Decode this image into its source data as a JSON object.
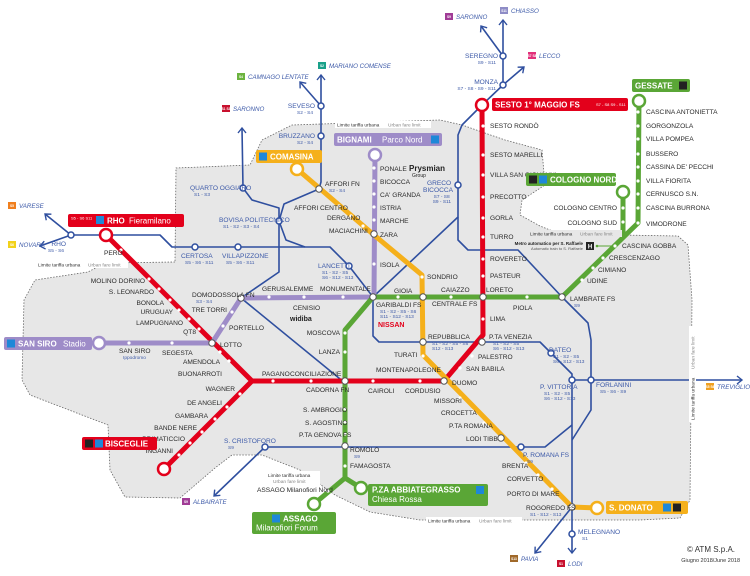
{
  "colors": {
    "M1": "#e3001b",
    "M2": "#5aa636",
    "M3": "#f5b01b",
    "M5": "#9e8cc8",
    "suburban": "#2f4f9f",
    "fare_area": "#e7e7e7",
    "access": "#1e88d8"
  },
  "terminals": {
    "rho": "RHO",
    "rho_light": "Fieramilano",
    "rho_lines": "S5 - S6 S11",
    "sansiro": "SAN SIRO",
    "sansiro_light": "Stadio",
    "bisceglie": "BISCEGLIE",
    "comasina": "COMASINA",
    "bignami": "BIGNAMI",
    "bignami_light": "Parco Nord",
    "sesto": "SESTO 1° MAGGIO FS",
    "sesto_lines": "S7 - S8 S9 - S11",
    "gessate": "GESSATE",
    "cologno": "COLOGNO NORD",
    "sandonato": "S. DONATO",
    "assago": "ASSAGO",
    "assago_light": "Milanofiori Forum",
    "abbiategrasso": "P.ZA ABBIATEGRASSO",
    "abbiategrasso_light": "Chiesa Rossa"
  },
  "stations": {
    "rondo": {
      "name": "SESTO RONDÒ"
    },
    "marelli": {
      "name": "SESTO MARELLI"
    },
    "vsg": {
      "name": "VILLA SAN GIOVANNI"
    },
    "precotto": {
      "name": "PRECOTTO"
    },
    "gorla": {
      "name": "GORLA"
    },
    "turro": {
      "name": "TURRO"
    },
    "rovereto": {
      "name": "ROVERETO"
    },
    "pasteur": {
      "name": "PASTEUR"
    },
    "loreto": {
      "name": "LORETO"
    },
    "lima": {
      "name": "LIMA"
    },
    "ptavenezia": {
      "name": "P.TA VENEZIA",
      "sub": "S1 - S2 - S5 S6 - S12 - S13"
    },
    "palestro": {
      "name": "PALESTRO"
    },
    "sanbabila": {
      "name": "SAN BABILA"
    },
    "duomo": {
      "name": "DUOMO"
    },
    "cordusio": {
      "name": "CORDUSIO"
    },
    "cairoli": {
      "name": "CAIROLI"
    },
    "cadorna": {
      "name": "CADORNA FN"
    },
    "conciliazione": {
      "name": "CONCILIAZIONE"
    },
    "pagano": {
      "name": "PAGANO"
    },
    "buonarroti": {
      "name": "BUONARROTI"
    },
    "amendola": {
      "name": "AMENDOLA"
    },
    "lotto": {
      "name": "LOTTO"
    },
    "qt8": {
      "name": "QT8"
    },
    "lampugnano": {
      "name": "LAMPUGNANO"
    },
    "uruguay": {
      "name": "URUGUAY"
    },
    "bonola": {
      "name": "BONOLA"
    },
    "sleonardo": {
      "name": "S. LEONARDO"
    },
    "molinodorino": {
      "name": "MOLINO DORINO"
    },
    "pero": {
      "name": "PERO"
    },
    "wagner": {
      "name": "WAGNER"
    },
    "deangeli": {
      "name": "DE ANGELI"
    },
    "gambara": {
      "name": "GAMBARA"
    },
    "bandenere": {
      "name": "BANDE NERE"
    },
    "primaticcio": {
      "name": "PRIMATICCIO"
    },
    "inganni": {
      "name": "INGANNI"
    },
    "ponale": {
      "name": "PONALE"
    },
    "bicocca": {
      "name": "BICOCCA"
    },
    "cagranda": {
      "name": "CA' GRANDA"
    },
    "istria": {
      "name": "ISTRIA"
    },
    "marche": {
      "name": "MARCHE"
    },
    "zara": {
      "name": "ZARA"
    },
    "isola": {
      "name": "ISOLA"
    },
    "garibaldi": {
      "name": "GARIBALDI FS",
      "sub": "S1 - S2 - S5 - S6 S11 - S12 - S13"
    },
    "gioia": {
      "name": "GIOIA"
    },
    "monumentale": {
      "name": "MONUMENTALE"
    },
    "cenisio": {
      "name": "CENISIO"
    },
    "gerusalemme": {
      "name": "GERUSALEMME"
    },
    "domodossola": {
      "name": "DOMODOSSOLA FN",
      "sub": "S3 - S4"
    },
    "tretorri": {
      "name": "TRE TORRI"
    },
    "portello": {
      "name": "PORTELLO"
    },
    "segesta": {
      "name": "SEGESTA"
    },
    "sansiroipp": {
      "name": "SAN SIRO",
      "sub": "Ippodromo"
    },
    "afforifn": {
      "name": "AFFORI FN",
      "sub": "S2 - S4"
    },
    "afforicentro": {
      "name": "AFFORI CENTRO"
    },
    "dergano": {
      "name": "DERGANO"
    },
    "maciachini": {
      "name": "MACIACHINI"
    },
    "sondrio": {
      "name": "SONDRIO"
    },
    "centrale": {
      "name": "CENTRALE FS"
    },
    "repubblica": {
      "name": "REPUBBLICA",
      "sub": "S1 - S2 - S5 - S6 S12 - S13"
    },
    "turati": {
      "name": "TURATI"
    },
    "montenapoleone": {
      "name": "MONTENAPOLEONE"
    },
    "missori": {
      "name": "MISSORI"
    },
    "crocetta": {
      "name": "CROCETTA"
    },
    "ptaromana": {
      "name": "P.TA ROMANA"
    },
    "loditibb": {
      "name": "LODI TIBB"
    },
    "brenta": {
      "name": "BRENTA"
    },
    "corvetto": {
      "name": "CORVETTO"
    },
    "portodimare": {
      "name": "PORTO DI MARE"
    },
    "rogoredo": {
      "name": "ROGOREDO FS",
      "sub": "S1 - S12 - S13"
    },
    "caiazzo": {
      "name": "CAIAZZO"
    },
    "piola": {
      "name": "PIOLA"
    },
    "lambrate": {
      "name": "LAMBRATE FS",
      "sub": "S9"
    },
    "udine": {
      "name": "UDINE"
    },
    "cimiano": {
      "name": "CIMIANO"
    },
    "crescenzago": {
      "name": "CRESCENZAGO"
    },
    "cascinagobba": {
      "name": "CASCINA GOBBA"
    },
    "colognosud": {
      "name": "COLOGNO SUD"
    },
    "colognocentro": {
      "name": "COLOGNO CENTRO"
    },
    "vimodrone": {
      "name": "VIMODRONE"
    },
    "cascinaburrona": {
      "name": "CASCINA BURRONA"
    },
    "cernusco": {
      "name": "CERNUSCO S.N."
    },
    "villafiorita": {
      "name": "VILLA FIORITA"
    },
    "cassina": {
      "name": "CASSINA DE' PECCHI"
    },
    "bussero": {
      "name": "BUSSERO"
    },
    "villapompea": {
      "name": "VILLA POMPEA"
    },
    "gorgonzola": {
      "name": "GORGONZOLA"
    },
    "antonietta": {
      "name": "CASCINA ANTONIETTA"
    },
    "moscova": {
      "name": "MOSCOVA"
    },
    "lanza": {
      "name": "LANZA"
    },
    "sambrogio": {
      "name": "S. AMBROGIO"
    },
    "sagostino": {
      "name": "S. AGOSTINO"
    },
    "ptagenova": {
      "name": "P.TA GENOVA FS"
    },
    "romolo": {
      "name": "ROMOLO",
      "sub": "S9"
    },
    "famagosta": {
      "name": "FAMAGOSTA"
    },
    "assagonord": {
      "name": "ASSAGO Milanofiori Nord"
    },
    "rhofs": {
      "name": "RHO",
      "sub": "S5 - S6"
    },
    "certosa": {
      "name": "CERTOSA",
      "sub": "S5 - S6 - S11"
    },
    "villapizzone": {
      "name": "VILLAPIZZONE",
      "sub": "S5 - S6 - S11"
    },
    "quartooggiaro": {
      "name": "QUARTO OGGIARO",
      "sub": "S1 - S3"
    },
    "bovisa": {
      "name": "BOVISA POLITECNICO",
      "sub": "S1 - S2 - S3 - S4"
    },
    "bruzzano": {
      "name": "BRUZZANO",
      "sub": "S2 - S4"
    },
    "seveso": {
      "name": "SEVESO",
      "sub": "S2 - S4"
    },
    "lancetti": {
      "name": "LANCETTI",
      "sub": "S1 - S2 - S5 S6 - S12 - S13"
    },
    "greco": {
      "name": "GRECO BICOCCA",
      "sub": "S7 - S8 S9 - S11"
    },
    "dateo": {
      "name": "DATEO",
      "sub": "S1 - S2 - S5 S6 - S12 - S13"
    },
    "pvittoria": {
      "name": "P. VITTORIA",
      "sub": "S1 - S2 - S5 S6 - S12 - S13"
    },
    "forlanini": {
      "name": "FORLANINI",
      "sub": "S5 - S6 - S9"
    },
    "promanafs": {
      "name": "P. ROMANA FS",
      "sub": "S9"
    },
    "scristoforo": {
      "name": "S. CRISTOFORO",
      "sub": "S9"
    },
    "melegnano": {
      "name": "MELEGNANO",
      "sub": "S1"
    },
    "monza": {
      "name": "MONZA",
      "sub": "S7 - S8 - S9 - S11"
    },
    "seregno": {
      "name": "SEREGNO",
      "sub": "S9 - S11"
    }
  },
  "destinations": [
    {
      "name": "VARESE",
      "line": "S5",
      "color": "#f07f1e"
    },
    {
      "name": "NOVARA",
      "line": "S6",
      "color": "#f2d21b"
    },
    {
      "name": "SARONNO",
      "line": "S1 S3",
      "color": "#c8102e"
    },
    {
      "name": "CAMNAGO LENTATE",
      "line": "S4",
      "color": "#6cb33f"
    },
    {
      "name": "MARIANO COMENSE",
      "line": "S2",
      "color": "#1aa18a"
    },
    {
      "name": "SARONNO",
      "line": "S9",
      "color": "#a03c96"
    },
    {
      "name": "CHIASSO",
      "line": "S11",
      "color": "#8e8cc6"
    },
    {
      "name": "LECCO",
      "line": "S7 S8",
      "color": "#e2307a"
    },
    {
      "name": "TREVIGLIO",
      "line": "S5 S6",
      "color": "#f0a020"
    },
    {
      "name": "ALBAIRATE",
      "line": "S9",
      "color": "#a03c96"
    },
    {
      "name": "PAVIA",
      "line": "S13",
      "color": "#a0692a"
    },
    {
      "name": "LODI",
      "line": "S1",
      "color": "#c8102e"
    }
  ],
  "fare_limit": {
    "it": "Limite tariffa urbana",
    "en": "Urban fare limit"
  },
  "sanraffaele": {
    "it": "Metro automatico per S. Raffaele",
    "en": "Automatic train to S. Raffaele"
  },
  "sponsors": {
    "prysmian": "Prysmian",
    "prysmian_sub": "Group",
    "widiba": "widiba",
    "nissan": "NISSAN"
  },
  "footer": {
    "copyright": "© ATM S.p.A.",
    "date": "Giugno 2018/June 2018"
  }
}
